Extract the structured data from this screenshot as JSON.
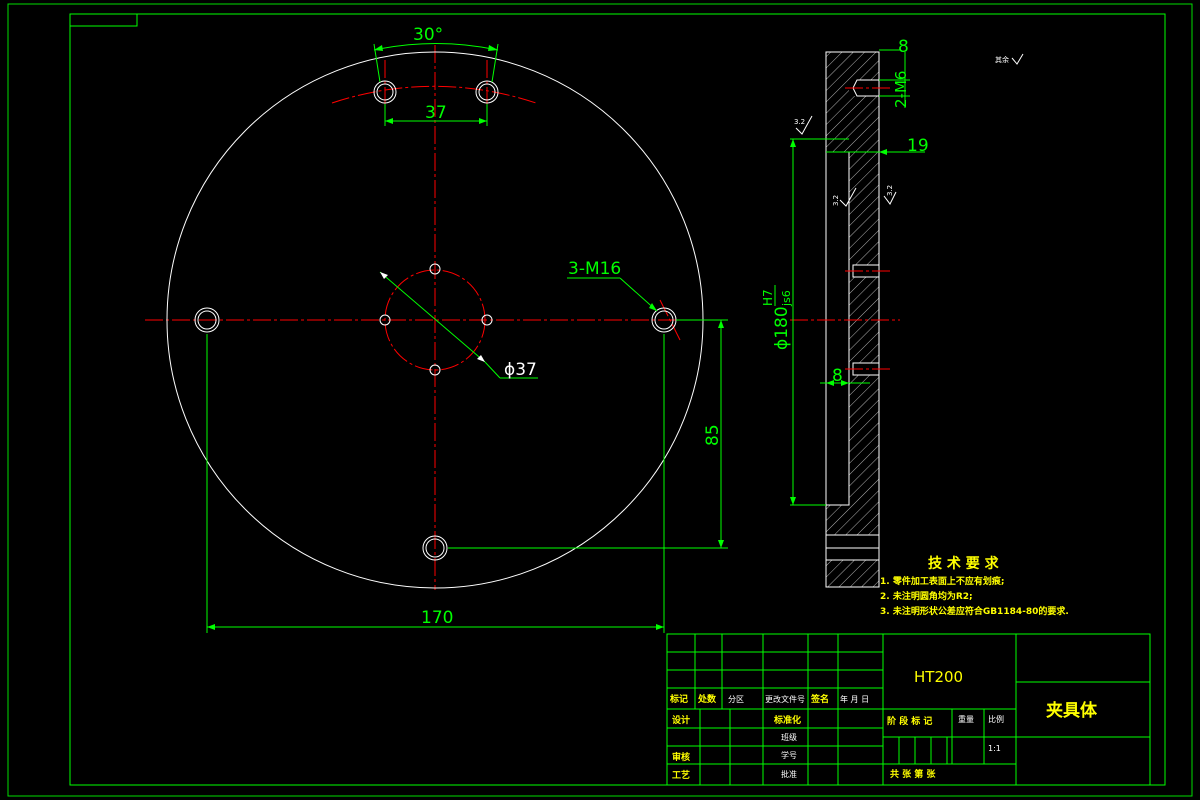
{
  "drawing": {
    "colors": {
      "background": "#000000",
      "frame": "#00ff00",
      "geometry": "#ffffff",
      "centerline": "#ff0000",
      "dimension": "#00ff00",
      "notes": "#ffff00"
    },
    "front_view": {
      "dim_angle": "30°",
      "dim_hole_spacing": "37",
      "dim_thread": "3-M16",
      "dim_bolt_circle": "ϕ37",
      "dim_height": "85",
      "dim_width": "170"
    },
    "side_view": {
      "dim_top_width": "8",
      "dim_thread": "2-M6",
      "dim_bore_depth": "19",
      "dim_diameter": "ϕ180",
      "dim_fit_upper": "H7",
      "dim_fit_lower": "js6",
      "dim_step": "8"
    },
    "roughness_marks": [
      "3.2",
      "3.2",
      "3.2"
    ],
    "corner_note": "其余",
    "technical_requirements": {
      "title": "技 术 要 求",
      "items": [
        "1. 零件加工表面上不应有划痕;",
        "2. 未注明圆角均为R2;",
        "3. 未注明形状公差应符合GB1184-80的要求."
      ]
    },
    "title_block": {
      "material": "HT200",
      "part_name": "夹具体",
      "labels": {
        "mark": "标记",
        "count": "处数",
        "zone": "分区",
        "change_doc": "更改文件号",
        "sign": "签名",
        "date": "年 月 日",
        "design": "设计",
        "standardize": "标准化",
        "class": "班级",
        "student_id": "学号",
        "review": "审核",
        "process": "工艺",
        "approve": "批准",
        "stage_mark": "阶 段 标 记",
        "weight": "重量",
        "scale": "比例",
        "scale_value": "1:1",
        "sheets": "共   张  第   张"
      }
    }
  }
}
